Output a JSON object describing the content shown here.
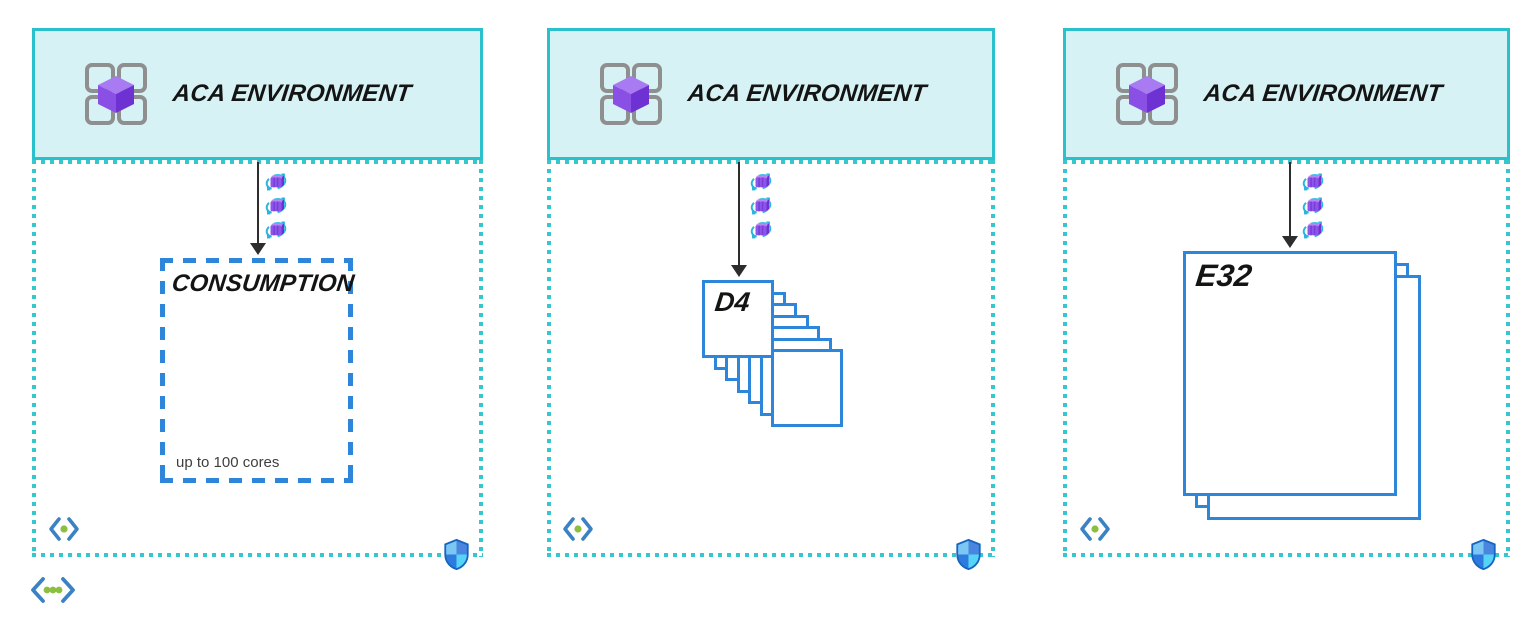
{
  "panels": [
    {
      "header": {
        "title": "ACA ENVIRONMENT"
      },
      "plan": {
        "type": "consumption",
        "label": "CONSUMPTION",
        "note": "up to 100 cores"
      },
      "replica_icon_count": 3
    },
    {
      "header": {
        "title": "ACA ENVIRONMENT"
      },
      "plan": {
        "type": "dedicated-workload-profile",
        "label": "D4",
        "stack_count": 7
      },
      "replica_icon_count": 3
    },
    {
      "header": {
        "title": "ACA ENVIRONMENT"
      },
      "plan": {
        "type": "dedicated-workload-profile",
        "label": "E32",
        "stack_count": 3
      },
      "replica_icon_count": 3
    }
  ],
  "icons": {
    "header_icon": "aca-environment-icon",
    "arrow_icon": "container-app-icon",
    "bottom_left_icon": "code-bracket-dot-icon",
    "bottom_right_icon": "security-shield-icon",
    "outside_icon": "code-bracket-three-dots-icon"
  },
  "colors": {
    "teal_border": "#2bc1cc",
    "teal_fill": "#d7f2f4",
    "dotted_border": "#35c6ce",
    "blue_box": "#2e86db",
    "bracket_blue": "#3b82c4",
    "green_dot": "#8cbf3f",
    "purple_cube": "#8a4fe4"
  }
}
